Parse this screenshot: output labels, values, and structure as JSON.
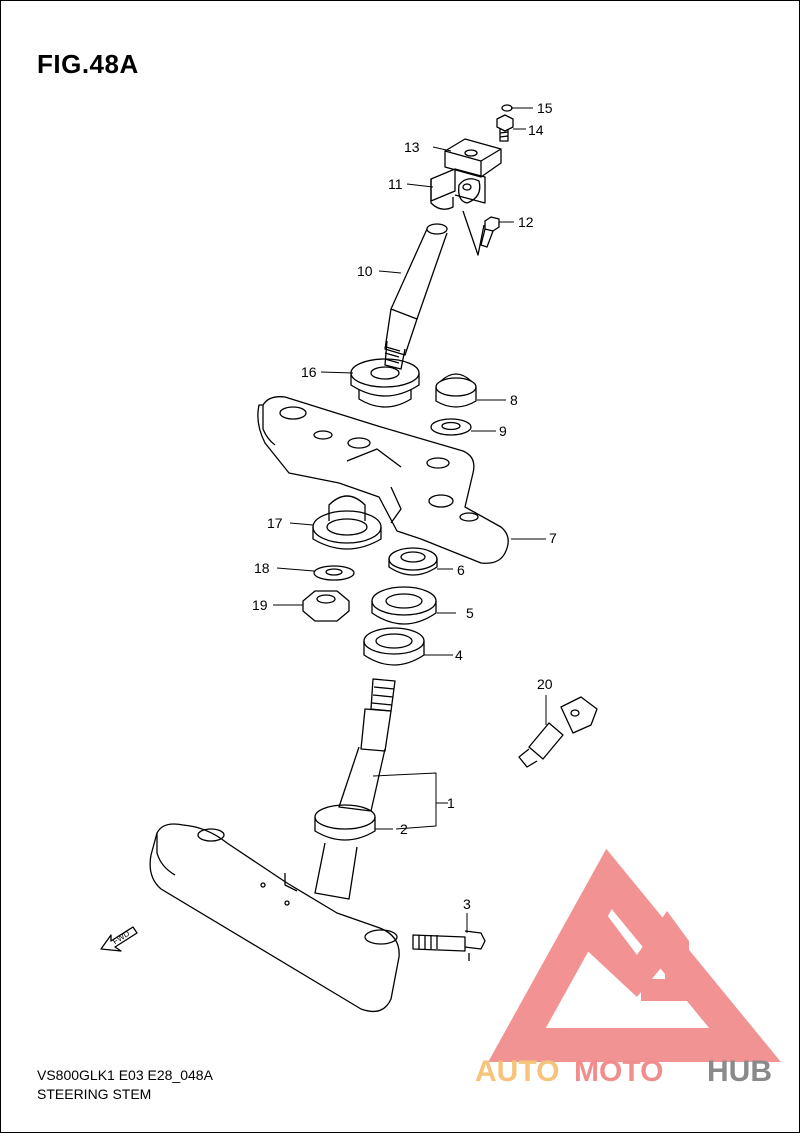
{
  "figure": {
    "title": "FIG.48A",
    "code": "VS800GLK1 E03 E28_048A",
    "name": "STEERING STEM"
  },
  "fwd_label": "FWD",
  "callouts": [
    "1",
    "2",
    "3",
    "4",
    "5",
    "6",
    "7",
    "8",
    "9",
    "10",
    "11",
    "12",
    "13",
    "14",
    "15",
    "16",
    "17",
    "18",
    "19",
    "20"
  ],
  "watermark": {
    "part1": "AUTO",
    "part2": "MOTO",
    "part3": "HUB",
    "colors": {
      "auto": "#f7c37a",
      "moto": "#f28d8d",
      "hub": "#8a8a8a",
      "logo": "#f08080"
    }
  }
}
